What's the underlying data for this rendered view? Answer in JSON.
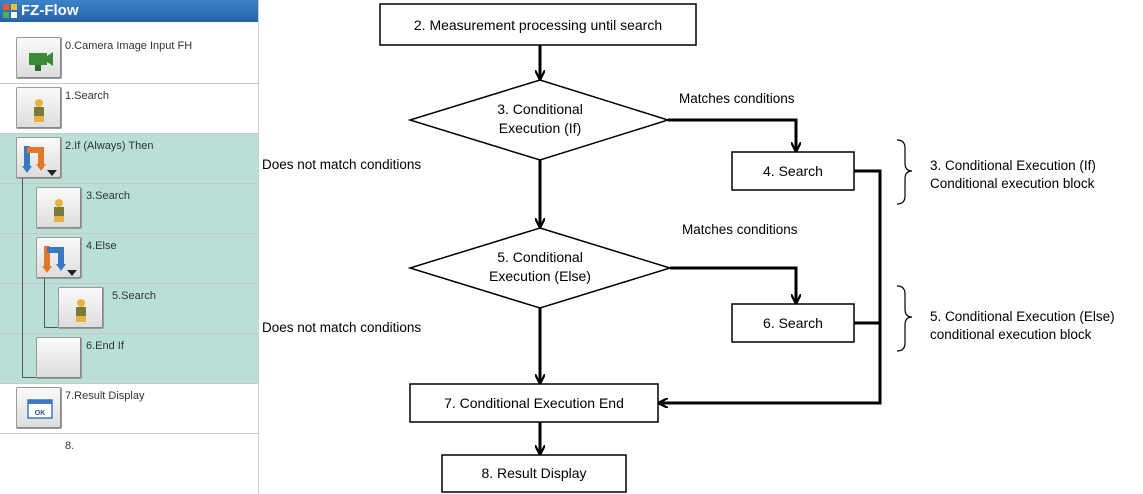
{
  "panel": {
    "title": "FZ-Flow",
    "steps": [
      {
        "label": "0.Camera Image Input FH",
        "icon": "camera-icon"
      },
      {
        "label": "1.Search",
        "icon": "search-figure-icon"
      },
      {
        "label": "2.If (Always) Then",
        "icon": "branch-arrow-icon"
      },
      {
        "label": "3.Search",
        "icon": "search-figure-icon"
      },
      {
        "label": "4.Else",
        "icon": "branch-arrow-icon"
      },
      {
        "label": "5.Search",
        "icon": "search-figure-icon"
      },
      {
        "label": "6.End If",
        "icon": "blank-icon"
      },
      {
        "label": "7.Result Display",
        "icon": "ok-window-icon"
      },
      {
        "label": "8.",
        "icon": ""
      }
    ],
    "ok_text": "OK",
    "colors": {
      "highlight": "#b8e0d6",
      "titlebar": "#2e6fb6"
    }
  },
  "flowchart": {
    "nodes": {
      "n2": "2. Measurement processing until search",
      "n3": [
        "3. Conditional",
        "Execution (If)"
      ],
      "n4": "4. Search",
      "n5": [
        "5. Conditional",
        "Execution (Else)"
      ],
      "n6": "6. Search",
      "n7": "7. Conditional Execution End",
      "n8": "8. Result Display"
    },
    "edge_labels": {
      "match1": "Matches conditions",
      "nomatch1": "Does not match conditions",
      "match2": "Matches conditions",
      "nomatch2": "Does not match conditions"
    },
    "brackets": {
      "b1": [
        "3. Conditional Execution (If)",
        "Conditional execution block"
      ],
      "b2": [
        "5. Conditional Execution (Else)",
        "conditional execution block"
      ]
    }
  }
}
